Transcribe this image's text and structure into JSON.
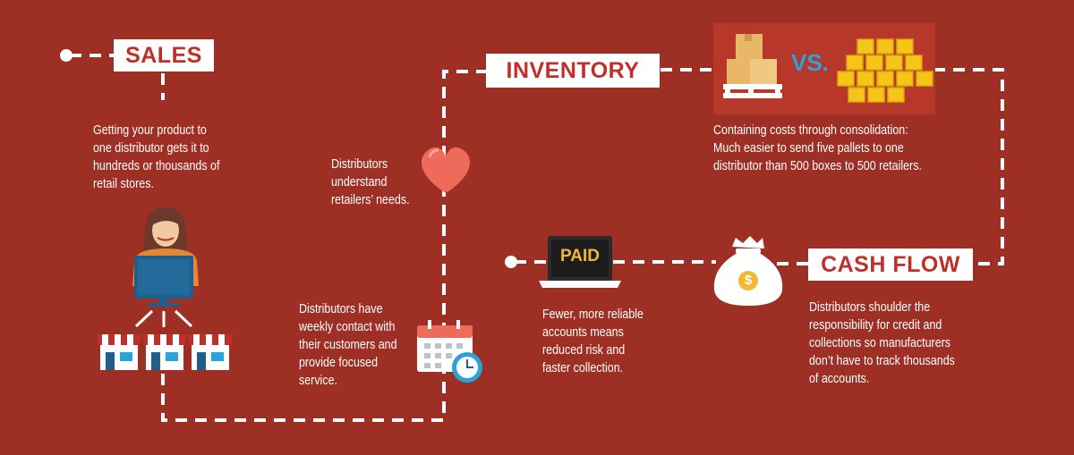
{
  "sections": {
    "sales": {
      "title": "SALES",
      "text": [
        "Getting your product to",
        "one distributor gets it to",
        "hundreds or thousands of",
        "retail stores."
      ]
    },
    "inventory": {
      "title": "INVENTORY",
      "vs_label": "VS.",
      "text": [
        "Containing costs through consolidation:",
        "Much easier to send five pallets to one",
        "distributor than 500 boxes to 500 retailers."
      ]
    },
    "cash_flow": {
      "title": "CASH FLOW",
      "text": [
        "Distributors shoulder the",
        "responsibility for credit and",
        "collections so manufacturers",
        "don’t have to track thousands",
        "of accounts."
      ]
    },
    "understand": {
      "text": [
        "Distributors",
        "understand",
        "retailers’ needs."
      ]
    },
    "contact": {
      "text": [
        "Distributors have",
        "weekly contact with",
        "their customers and",
        "provide focused",
        "service."
      ]
    },
    "paid": {
      "screen_label": "PAID",
      "text": [
        "Fewer, more reliable",
        "accounts means",
        "reduced risk and",
        "faster collection."
      ]
    }
  },
  "icons": {
    "money_bag_symbol": "$"
  },
  "colors": {
    "background": "#9e2f24",
    "accent_red": "#c0302a",
    "box_tan": "#e8b868",
    "gold": "#f5c518",
    "vs_blue": "#29a3d8",
    "heart": "#ee6b5b",
    "paid_yellow": "#f2b833"
  }
}
